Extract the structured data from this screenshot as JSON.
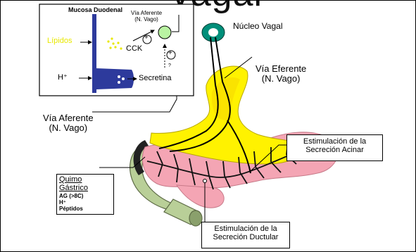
{
  "slide": {
    "title_partial": "... Vagal ..."
  },
  "inset": {
    "header": "Mucosa Duodenal",
    "lipids": "Lípidos",
    "hplus": "H⁺",
    "cck": "CCK",
    "secretina": "Secretina",
    "afferent": "Vía Aferente\n(N. Vago)",
    "plus": "+",
    "question": "?"
  },
  "diagram": {
    "nucleo_vagal": "Núcleo Vagal",
    "via_eferente_line1": "Vía Eferente",
    "via_eferente_line2": "(N. Vago)",
    "via_aferente_line1": "Vía Aferente",
    "via_aferente_line2": "(N. Vago)",
    "acinar_line1": "Estimulación de la",
    "acinar_line2": "Secreción Acinar",
    "ductular_line1": "Estimulación de la",
    "ductular_line2": "Secreción Ductular"
  },
  "quimo": {
    "title": "Quimo Gástrico",
    "items": [
      "AG (>8C)",
      "H⁺",
      "Péptidos"
    ]
  },
  "colors": {
    "stomach": "#fff200",
    "pancreas": "#f4a5b4",
    "duodenum": "#b9cf98",
    "nucleus": "#008f7a",
    "cck_node": "#b9f3a2",
    "villus": "#2d3a9c",
    "lipids": "#e8e800"
  }
}
